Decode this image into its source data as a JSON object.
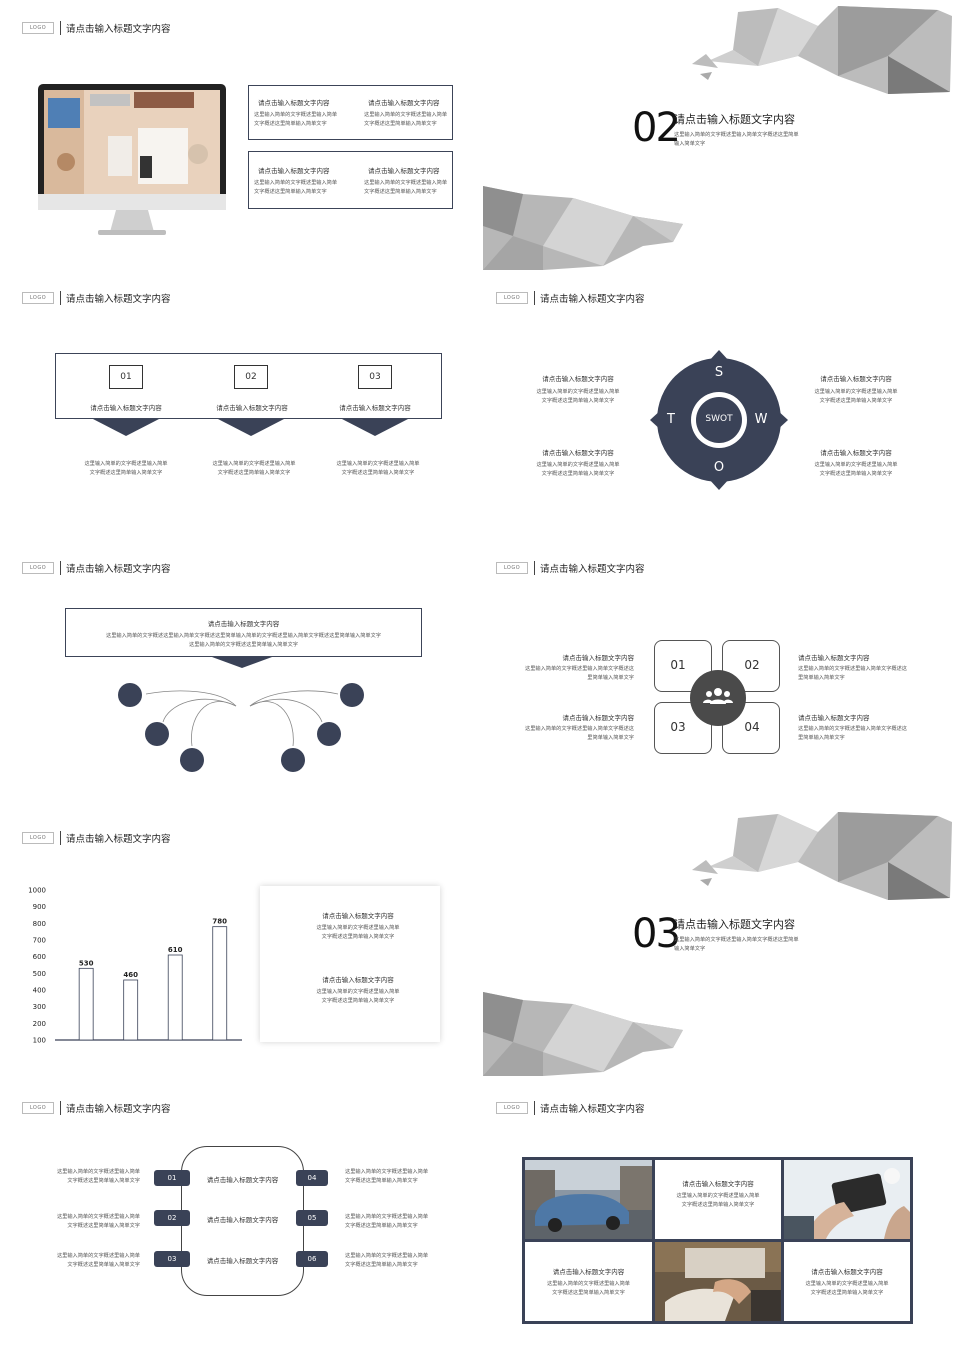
{
  "logo": "LOGO",
  "header": "请点击输入标题文字内容",
  "s1": {
    "items": [
      {
        "title": "请点击输入标题文字内容",
        "body": [
          "这里输入简单的文字概述里输入简单",
          "文字概述这里简单输入简单文字"
        ]
      },
      {
        "title": "请点击输入标题文字内容",
        "body": [
          "这里输入简单的文字概述里输入简单",
          "文字概述这里简单输入简单文字"
        ]
      },
      {
        "title": "请点击输入标题文字内容",
        "body": [
          "这里输入简单的文字概述里输入简单",
          "文字概述这里简单输入简单文字"
        ]
      },
      {
        "title": "请点击输入标题文字内容",
        "body": [
          "这里输入简单的文字概述里输入简单",
          "文字概述这里简单输入简单文字"
        ]
      }
    ]
  },
  "s2": {
    "num": "02",
    "title": "请点击输入标题文字内容",
    "body": [
      "这里输入简单的文字概述里输入简单文字概述这里简单",
      "输入简单文字"
    ]
  },
  "s3": {
    "steps": [
      {
        "num": "01",
        "title": "请点击输入标题文字内容",
        "body": [
          "这里输入简单的文字概述里输入简单",
          "文字概述这里简单输入简单文字"
        ]
      },
      {
        "num": "02",
        "title": "请点击输入标题文字内容",
        "body": [
          "这里输入简单的文字概述里输入简单",
          "文字概述这里简单输入简单文字"
        ]
      },
      {
        "num": "03",
        "title": "请点击输入标题文字内容",
        "body": [
          "这里输入简单的文字概述里输入简单",
          "文字概述这里简单输入简单文字"
        ]
      }
    ]
  },
  "s4": {
    "center": "SWOT",
    "letters": {
      "s": "S",
      "w": "W",
      "o": "O",
      "t": "T"
    },
    "items": [
      {
        "title": "请点击输入标题文字内容",
        "body": [
          "这里输入简单的文字概述里输入简单",
          "文字概述这里简单输入简单文字"
        ]
      },
      {
        "title": "请点击输入标题文字内容",
        "body": [
          "这里输入简单的文字概述里输入简单",
          "文字概述这里简单输入简单文字"
        ]
      },
      {
        "title": "请点击输入标题文字内容",
        "body": [
          "这里输入简单的文字概述里输入简单",
          "文字概述这里简单输入简单文字"
        ]
      },
      {
        "title": "请点击输入标题文字内容",
        "body": [
          "这里输入简单的文字概述里输入简单",
          "文字概述这里简单输入简单文字"
        ]
      }
    ]
  },
  "s5": {
    "title": "请点击输入标题文字内容",
    "body": [
      "这里输入简单的文字概述这里输入简单文字概述这里简单输入简单的文字概述里输入简单文字概述这里简单输入简单文字",
      "这里输入简单的文字概述这里简单输入简单文字"
    ]
  },
  "s6": {
    "nums": [
      "01",
      "02",
      "03",
      "04"
    ],
    "items": [
      {
        "title": "请点击输入标题文字内容",
        "body": [
          "这里输入简单的文字概述里输入简单文字概述这",
          "里简单输入简单文字"
        ]
      },
      {
        "title": "请点击输入标题文字内容",
        "body": [
          "这里输入简单的文字概述里输入简单文字概述这",
          "里简单输入简单文字"
        ]
      },
      {
        "title": "请点击输入标题文字内容",
        "body": [
          "这里输入简单的文字概述里输入简单文字概述这",
          "里简单输入简单文字"
        ]
      },
      {
        "title": "请点击输入标题文字内容",
        "body": [
          "这里输入简单的文字概述里输入简单文字概述这",
          "里简单输入简单文字"
        ]
      }
    ]
  },
  "chart_data": {
    "type": "bar",
    "categories": [
      "",
      "",
      "",
      ""
    ],
    "values": [
      530,
      460,
      610,
      780
    ],
    "ylim": [
      100,
      1000
    ],
    "yticks": [
      1000,
      900,
      800,
      700,
      600,
      500,
      400,
      300,
      200,
      100
    ],
    "title": "",
    "xlabel": "",
    "ylabel": ""
  },
  "s7": {
    "items": [
      {
        "title": "请点击输入标题文字内容",
        "body": [
          "这里输入简单的文字概述里输入简单",
          "文字概述这里简单输入简单文字"
        ]
      },
      {
        "title": "请点击输入标题文字内容",
        "body": [
          "这里输入简单的文字概述里输入简单",
          "文字概述这里简单输入简单文字"
        ]
      }
    ]
  },
  "s8": {
    "num": "03",
    "title": "请点击输入标题文字内容",
    "body": [
      "这里输入简单的文字概述里输入简单文字概述这里简单",
      "输入简单文字"
    ]
  },
  "s9": {
    "center": [
      "请点击输入标题文字内容",
      "请点击输入标题文字内容",
      "请点击输入标题文字内容"
    ],
    "left_nums": [
      "01",
      "02",
      "03"
    ],
    "right_nums": [
      "04",
      "05",
      "06"
    ],
    "left": [
      [
        "这里输入简单的文字概述里输入简单",
        "文字概述这里简单输入简单文字"
      ],
      [
        "这里输入简单的文字概述里输入简单",
        "文字概述这里简单输入简单文字"
      ],
      [
        "这里输入简单的文字概述里输入简单",
        "文字概述这里简单输入简单文字"
      ]
    ],
    "right": [
      [
        "这里输入简单的文字概述里输入简单",
        "文字概述这里简单输入简单文字"
      ],
      [
        "这里输入简单的文字概述里输入简单",
        "文字概述这里简单输入简单文字"
      ],
      [
        "这里输入简单的文字概述里输入简单",
        "文字概述这里简单输入简单文字"
      ]
    ]
  },
  "s10": {
    "items": [
      {
        "title": "请点击输入标题文字内容",
        "body": [
          "这里输入简单的文字概述里输入简单",
          "文字概述这里简单输入简单文字"
        ]
      },
      {
        "title": "请点击输入标题文字内容",
        "body": [
          "这里输入简单的文字概述里输入简单",
          "文字概述这里简单输入简单文字"
        ]
      },
      {
        "title": "请点击输入标题文字内容",
        "body": [
          "这里输入简单的文字概述里输入简单",
          "文字概述这里简单输入简单文字"
        ]
      }
    ]
  },
  "colors": {
    "navy": "#3a4257",
    "border": "#3c4458"
  }
}
